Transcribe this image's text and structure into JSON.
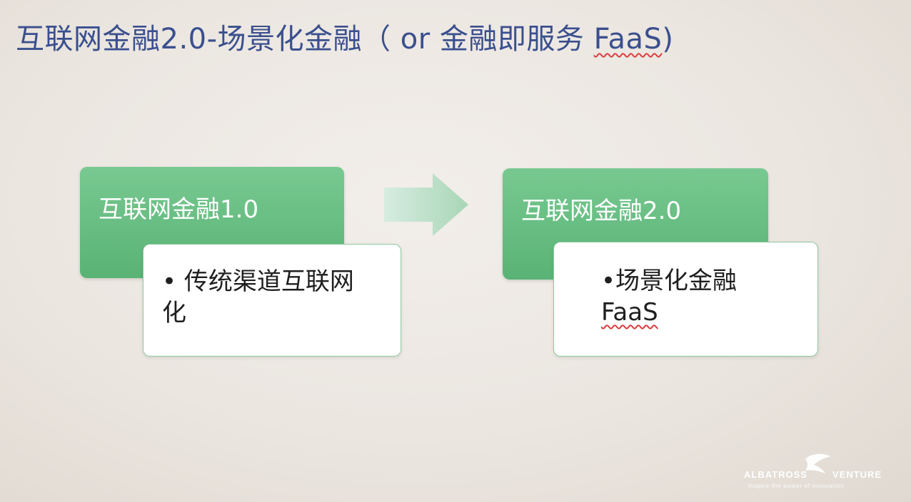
{
  "title": {
    "main": "互联网金融2.0-场景化金融（ or 金融即服务 ",
    "squiggle": "FaaS",
    "close": ")"
  },
  "diagram": {
    "stage1": {
      "label": "互联网金融1.0",
      "detail": "• 传统渠道互联网化"
    },
    "stage2": {
      "label": "互联网金融2.0",
      "detail_line1": "•场景化金融",
      "detail_squiggle": "FaaS"
    }
  },
  "logo": {
    "left_word": "ALBATROSS",
    "right_word": "VENTURE",
    "tagline": "Inspire the power of innovation"
  },
  "colors": {
    "title": "#3a4f8e",
    "box_green": "#68be83",
    "box_border": "#8fc9a1",
    "arrow": "#b4dcc0"
  }
}
